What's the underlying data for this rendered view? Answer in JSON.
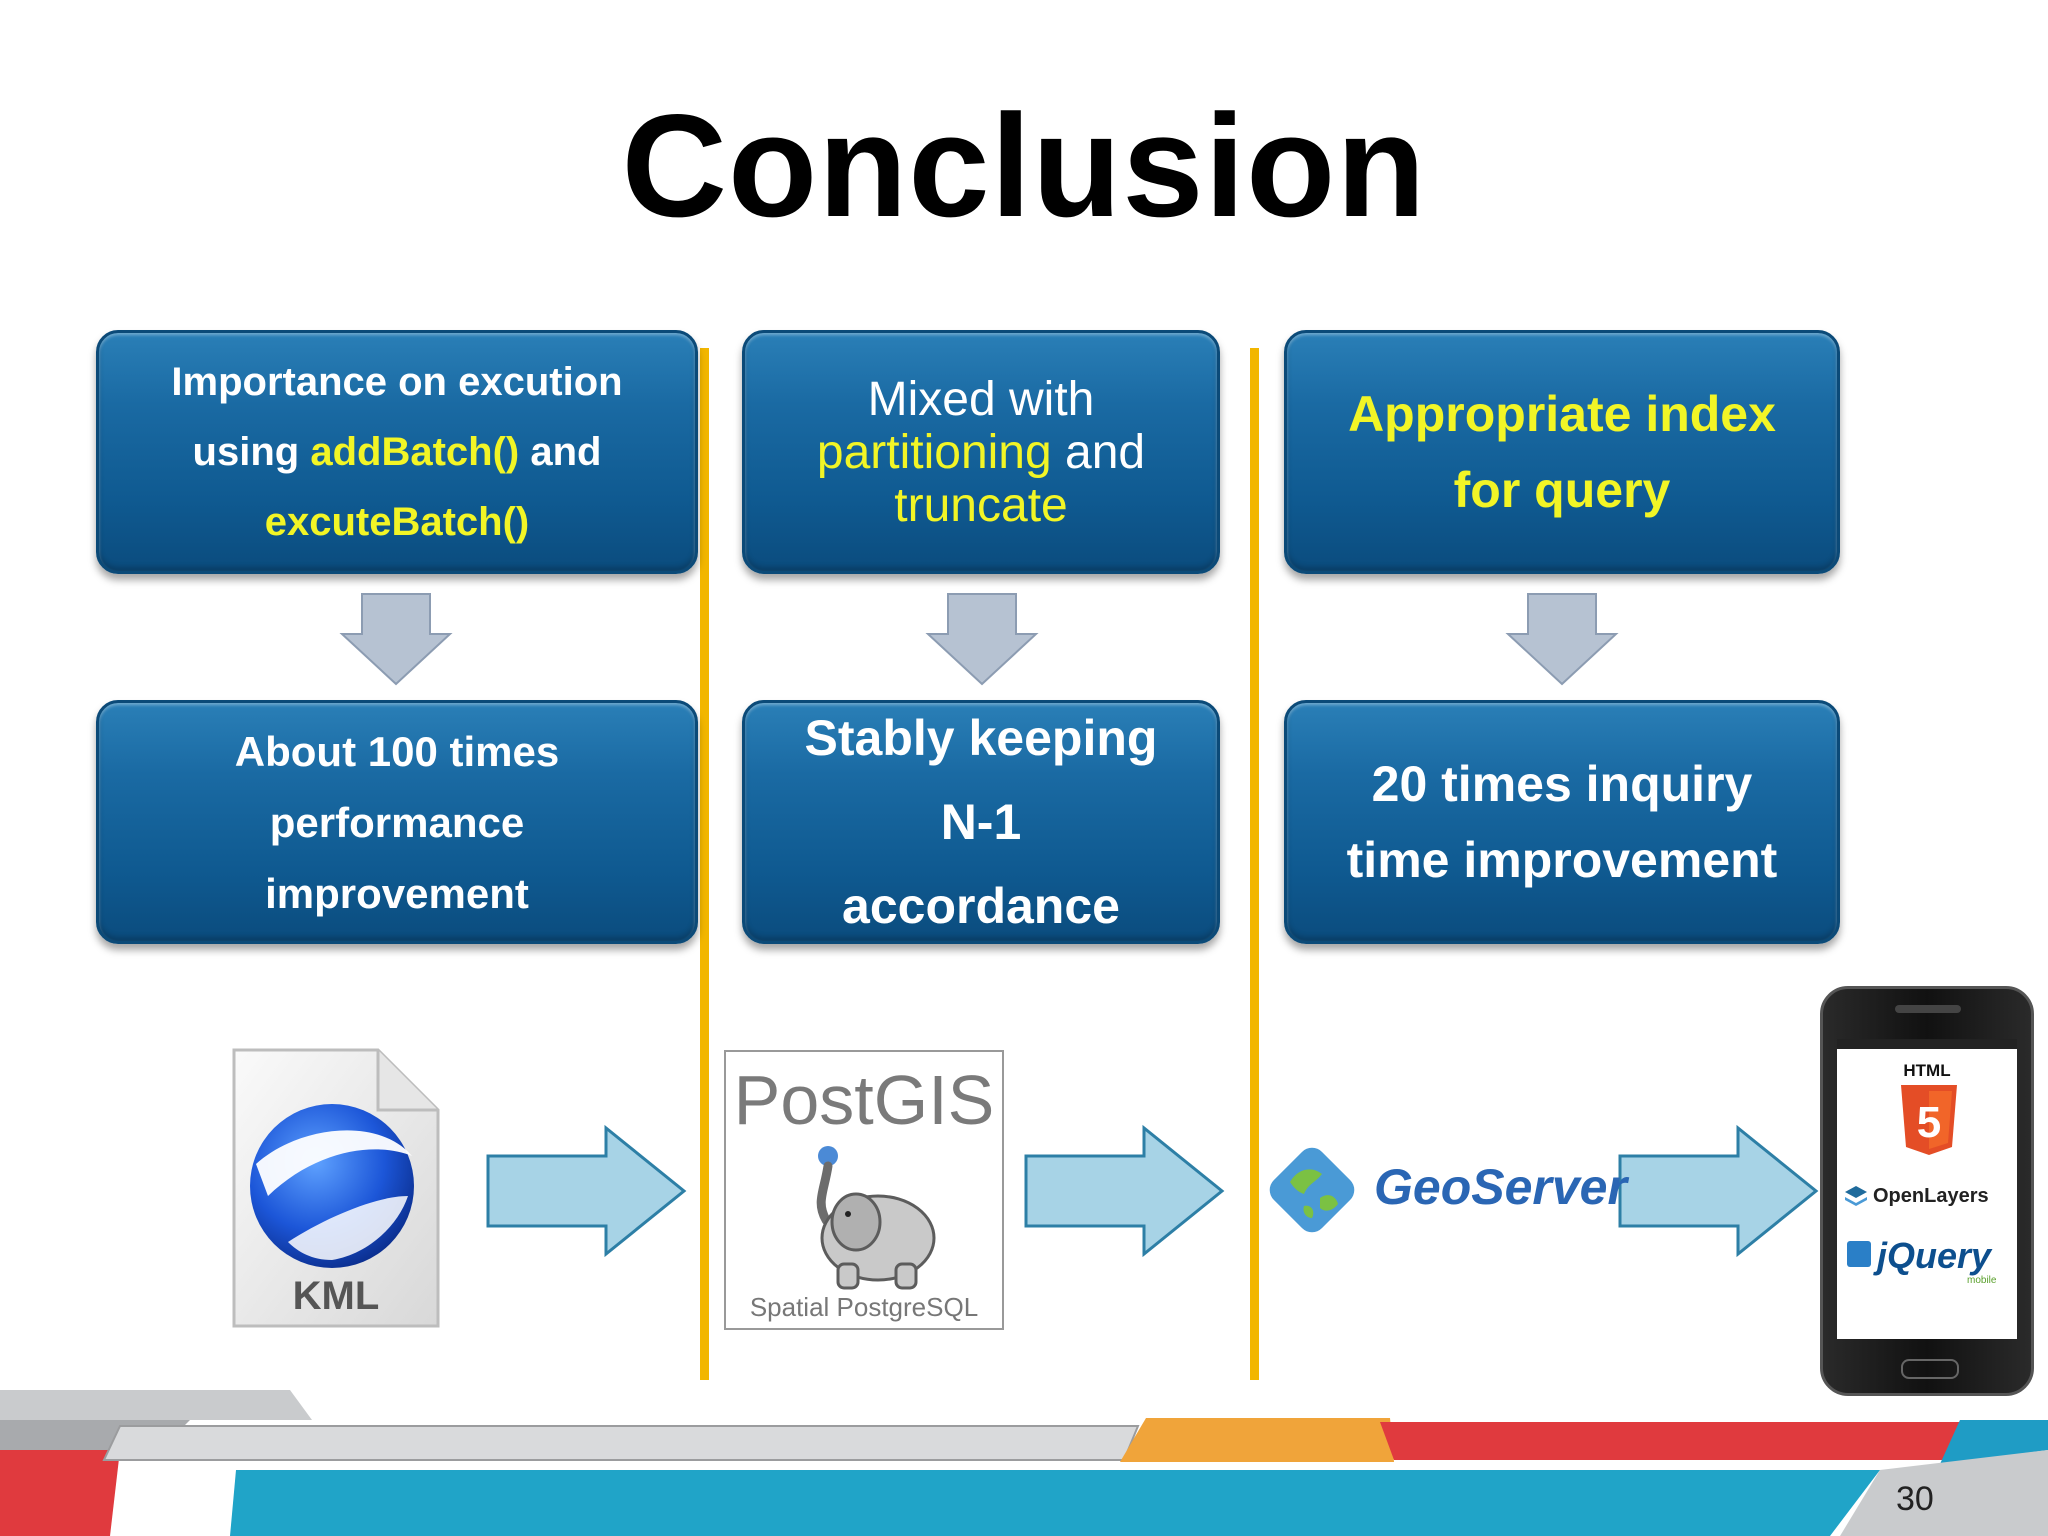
{
  "slide": {
    "title": "Conclusion",
    "page_number": "30"
  },
  "columns": [
    {
      "top_box": {
        "line1": "Importance on excution",
        "line2_pre": "using ",
        "line2_hl": "addBatch()",
        "line2_post": " and",
        "line3_hl": "excuteBatch()"
      },
      "bottom_box": [
        "About 100 times",
        "performance",
        "improvement"
      ]
    },
    {
      "top_box": {
        "line1": "Mixed with",
        "line2_hl": "partitioning",
        "line2_post": " and",
        "line3_hl": "truncate"
      },
      "bottom_box": [
        "Stably keeping",
        "N-1",
        "accordance"
      ]
    },
    {
      "top_box": {
        "line1_hl": "Appropriate index",
        "line2_hl": "for query"
      },
      "bottom_box": [
        "20 times inquiry",
        "time improvement"
      ]
    }
  ],
  "logos": {
    "kml": "KML",
    "postgis_title": "PostGIS",
    "postgis_sub": "Spatial PostgreSQL",
    "geoserver": "GeoServer",
    "html": "HTML",
    "html_5": "5",
    "openlayers": "OpenLayers",
    "jquery": "jQuery",
    "jquery_sub": "mobile"
  },
  "colors": {
    "box_blue": "#1a6aa3",
    "highlight_yellow": "#f2f526",
    "divider_gold": "#f2b600",
    "arrow_light_blue": "#a7d3e6"
  }
}
